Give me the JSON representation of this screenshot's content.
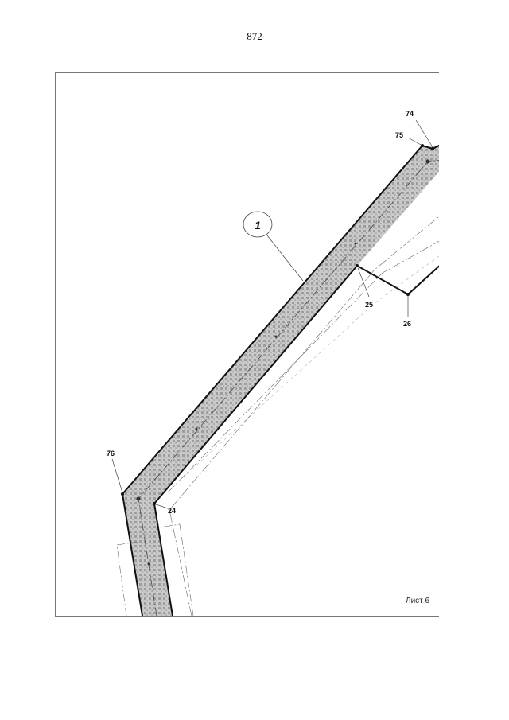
{
  "page": {
    "number": "872",
    "sheet_label": "Лист 6"
  },
  "callout": {
    "label": "1"
  },
  "points": {
    "p74": "74",
    "p75": "75",
    "p25": "25",
    "p26": "26",
    "p76": "76",
    "p24": "24"
  },
  "colors": {
    "strip_fill": "#c6c6c6",
    "line": "#111111",
    "frame": "#777777"
  }
}
